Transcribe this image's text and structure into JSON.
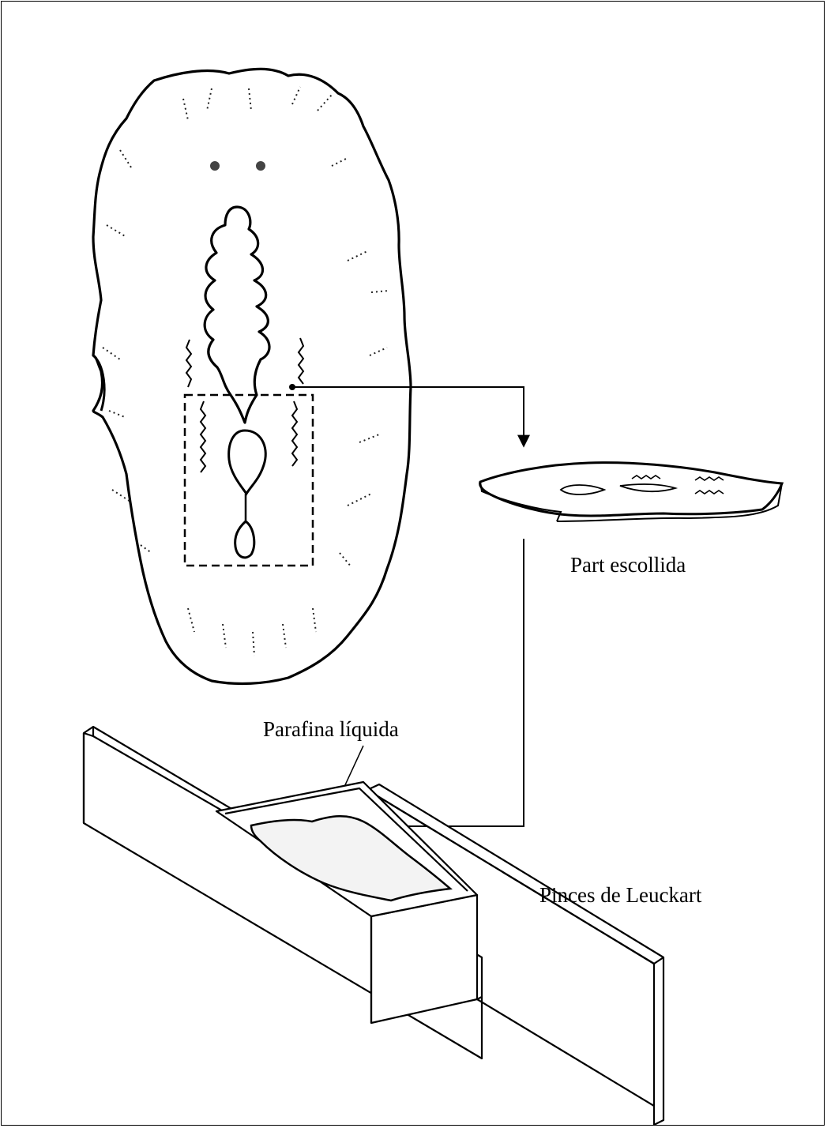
{
  "labels": {
    "selected_part": "Part escollida",
    "liquid_paraffin": "Parafina líquida",
    "leuckart_forceps": "Pinces de Leuckart"
  },
  "colors": {
    "ink": "#000000",
    "paper": "#ffffff"
  }
}
